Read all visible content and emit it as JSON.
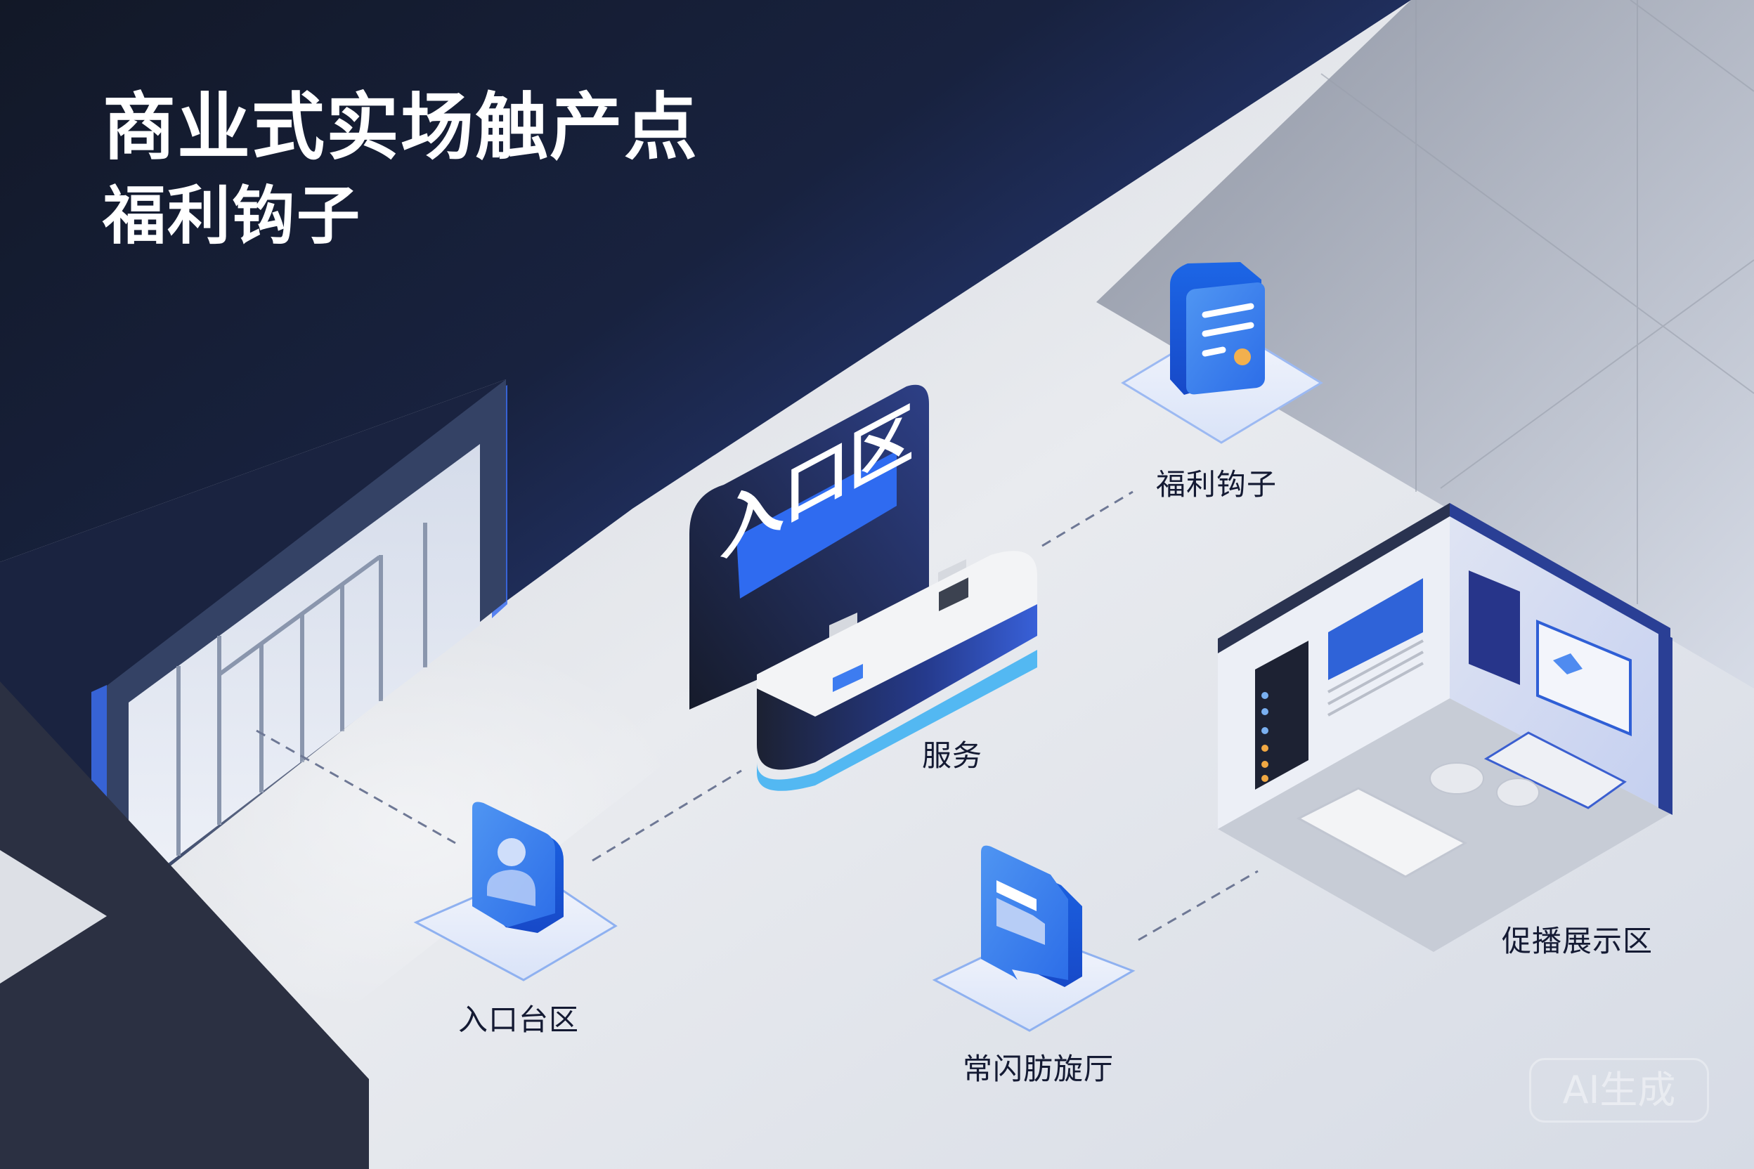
{
  "title": {
    "line1": "商业式实场触产点",
    "line2": "福利钩子"
  },
  "scene": {
    "entrance_door": {
      "label": "",
      "icon": "glass-door"
    },
    "reception": {
      "sign_text": "入口区",
      "label": "服务",
      "icon": "reception-desk"
    },
    "zones": [
      {
        "id": "entrance",
        "label": "入口台区",
        "icon": "user-badge-icon"
      },
      {
        "id": "welfare",
        "label": "福利钩子",
        "icon": "document-icon"
      },
      {
        "id": "lobby",
        "label": "常闪肪旋厅",
        "icon": "chat-bubble-icon"
      },
      {
        "id": "showcase",
        "label": "促播展示区",
        "icon": "exhibition-booth"
      }
    ]
  },
  "watermark": "AI生成",
  "colors": {
    "dark_navy": "#141b2e",
    "accent_blue": "#2f6bf0",
    "floor": "#e6e8ee",
    "label_text": "#141a33",
    "doc_badge": "#f2b04e"
  }
}
